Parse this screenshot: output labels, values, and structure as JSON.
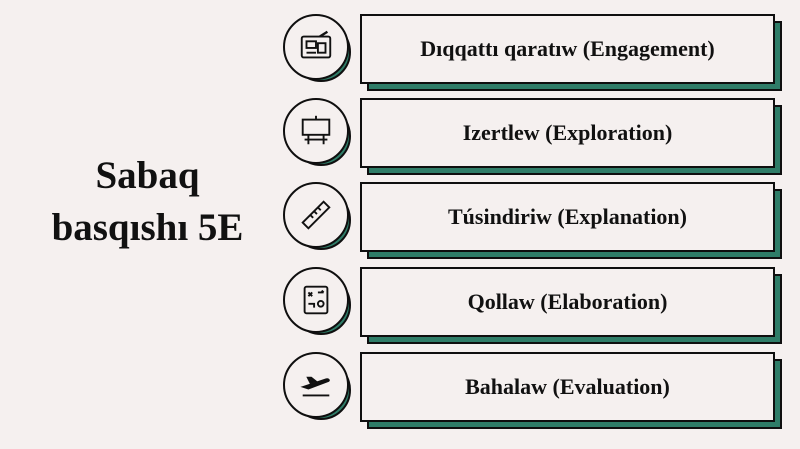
{
  "title": {
    "line1": "Sabaq",
    "line2": "basqıshı 5E"
  },
  "steps": [
    {
      "label": "Dıqqattı qaratıw (Engagement)",
      "icon": "blueprint-icon"
    },
    {
      "label": "Izertlew (Exploration)",
      "icon": "billboard-icon"
    },
    {
      "label": "Túsindiriw (Explanation)",
      "icon": "ruler-icon"
    },
    {
      "label": "Qollaw (Elaboration)",
      "icon": "strategy-board-icon"
    },
    {
      "label": "Bahalaw (Evaluation)",
      "icon": "airplane-takeoff-icon"
    }
  ],
  "colors": {
    "background": "#f5f0ef",
    "accent_shadow": "#2f7d68",
    "outline": "#0f0f0f"
  }
}
